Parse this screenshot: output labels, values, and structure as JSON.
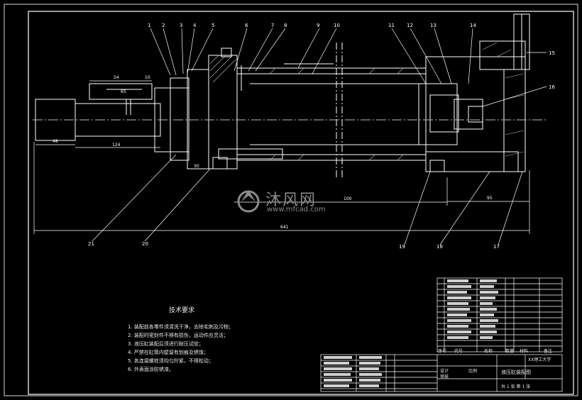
{
  "drawing": {
    "part_numbers": [
      "1",
      "2",
      "3",
      "4",
      "5",
      "6",
      "7",
      "8",
      "9",
      "10",
      "11",
      "12",
      "13",
      "14",
      "15",
      "16",
      "17",
      "18",
      "19",
      "20",
      "21"
    ],
    "dimensions": {
      "overall_length": "641",
      "left_end_length": "48",
      "shaft_section": "124",
      "right_cover": "95",
      "boss_54": "54",
      "small_10": "10",
      "dim_65": "65",
      "dim_30": "30",
      "dim_100": "100"
    },
    "watermark": {
      "brand": "沐风网",
      "url": "www.mfcad.com"
    }
  },
  "technical_requirements": {
    "title": "技术要求",
    "items": [
      "1. 装配前各零件须清洗干净，去除毛刺及污物；",
      "2. 装配时密封件不得有损伤，运动件应灵活；",
      "3. 液压缸装配后须进行耐压试验；",
      "4. 严禁在缸筒内壁留有划痕及锈蚀；",
      "5. 各连接螺栓须均匀拧紧，不得松动；",
      "6. 外表面涂防锈漆。"
    ]
  },
  "title_block": {
    "school": "XX理工大学",
    "drawing_name": "液压缸装配图",
    "scale_label": "比例",
    "sheet_label": "共 1 张 第 1 张",
    "designer_label": "设计",
    "checker_label": "审核",
    "headers": [
      "序号",
      "代号",
      "名称",
      "数量",
      "材料",
      "备注"
    ]
  },
  "colors": {
    "line": "#ffffff",
    "accent": "#9a9a9a",
    "background": "#000000"
  }
}
